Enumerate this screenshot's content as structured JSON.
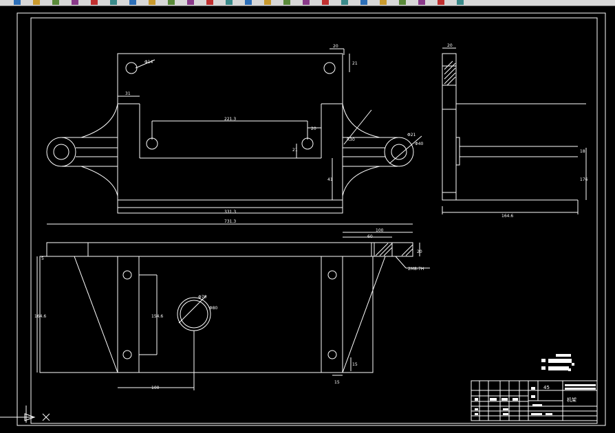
{
  "toolbar": {
    "icons": [
      "open-icon",
      "save-icon",
      "print-icon",
      "preview-icon",
      "cut-icon",
      "copy-icon",
      "paste-icon",
      "match-icon",
      "undo-icon",
      "redo-icon",
      "pan-icon",
      "zoom-icon",
      "zoom-window-icon",
      "zoom-previous-icon",
      "properties-icon",
      "design-center-icon",
      "tool-palette-icon",
      "sheet-set-icon",
      "markup-icon",
      "calculator-icon",
      "help-icon",
      "layer-icon",
      "layer-state-icon",
      "layer-previous-icon"
    ]
  },
  "drawing": {
    "top_view": {
      "dim_top_right": "20",
      "dim_top_right_v": "21",
      "dim_hole_dia": "Φ14",
      "dim_left_step": "31",
      "dim_slot_length": "221.3",
      "dim_slot_right": "20",
      "dim_slot_vertical": "21",
      "dim_right_vertical": "41",
      "dim_overall_width": "331.3",
      "dim_arc": "R30",
      "dim_eye_dia": "Φ40",
      "dim_eye_dia_outer": "Φ21"
    },
    "side_view": {
      "dim_top": "20",
      "dim_right_small": "18",
      "dim_right_height": "176",
      "dim_bottom": "164.6"
    },
    "front_view": {
      "dim_overall": "731.3",
      "dim_right_100": "100",
      "dim_right_60": "60",
      "dim_right_v": "20",
      "dim_left_small": "5",
      "dim_left_height": "164.6",
      "dim_inner_height": "154.6",
      "dim_circle_dia": "Φ70",
      "dim_circle_dia2": "Φ80",
      "dim_bottom": "100",
      "dim_bottom_right": "15",
      "dim_right_small": "15",
      "thread_note": "2M8-7H"
    },
    "title_block": {
      "material": "45",
      "part_name": "机架"
    }
  },
  "ucs": {
    "x_label": "X"
  }
}
